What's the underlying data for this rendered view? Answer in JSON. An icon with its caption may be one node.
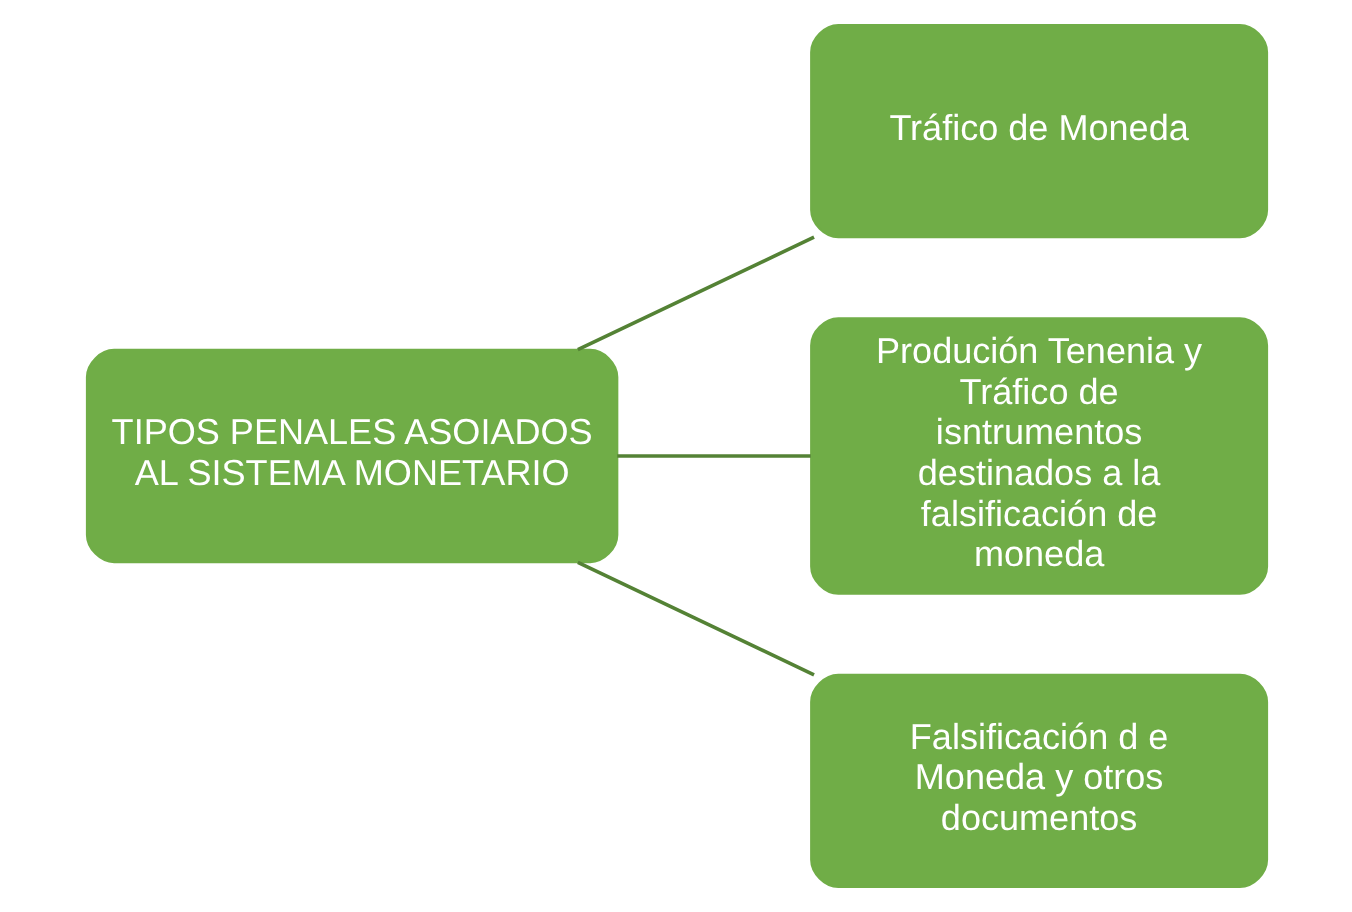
{
  "diagram": {
    "nodes": [
      {
        "text": [
          "TIPOS PENALES ASOIADOS AL SISTEMA MONETARIO"
        ]
      },
      {
        "text": [
          "Tráfico de Moneda"
        ]
      },
      {
        "text": [
          "Produción Tenenia y Tráfico de isntrumentos destinados a la falsificación de moneda"
        ]
      },
      {
        "text": [
          "Falsificación d e Moneda y otros documentos"
        ]
      }
    ],
    "edges": [
      {
        "from": 0,
        "to": 1,
        "arrow": "none"
      },
      {
        "from": 0,
        "to": 2,
        "arrow": "none"
      },
      {
        "from": 0,
        "to": 3,
        "arrow": "none"
      }
    ]
  }
}
